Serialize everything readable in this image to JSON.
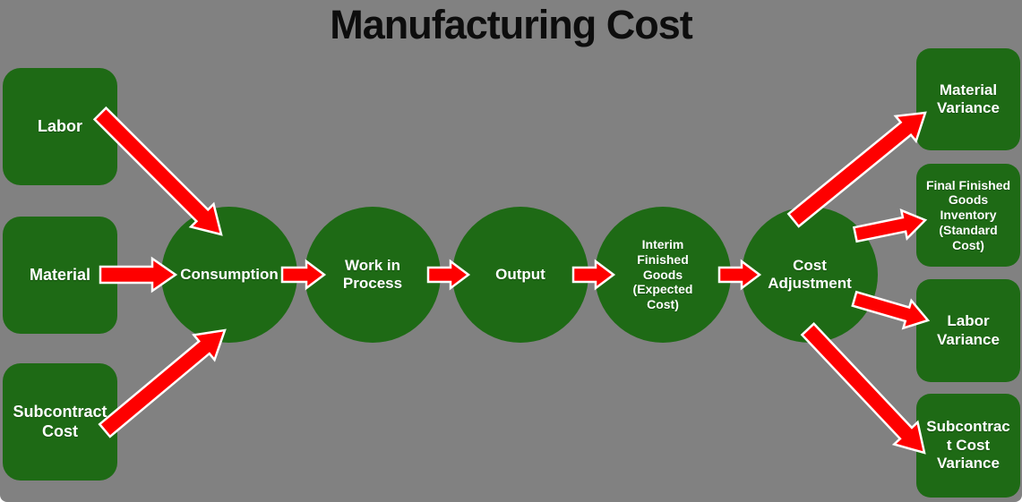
{
  "title": "Manufacturing Cost",
  "colors": {
    "background": "#818181",
    "shape_green": "#1e6a15",
    "arrow_red": "#fe0000",
    "arrow_outline": "#ffffff",
    "label_white": "#ffffff",
    "title_black": "#0d0d0d"
  },
  "inputs": [
    {
      "id": "labor",
      "label": "Labor",
      "lines": [
        "Labor"
      ]
    },
    {
      "id": "material",
      "label": "Material",
      "lines": [
        "Material"
      ]
    },
    {
      "id": "subcontract-cost",
      "label": "Subcontract Cost",
      "lines": [
        "Subcontract",
        "Cost"
      ]
    }
  ],
  "process_steps": [
    {
      "id": "consumption",
      "label": "Consumption",
      "lines": [
        "Consumption"
      ]
    },
    {
      "id": "work-in-process",
      "label": "Work in Process",
      "lines": [
        "Work in",
        "Process"
      ]
    },
    {
      "id": "output",
      "label": "Output",
      "lines": [
        "Output"
      ]
    },
    {
      "id": "interim-finished-goods",
      "label": "Interim Finished Goods (Expected Cost)",
      "lines": [
        "Interim",
        "Finished",
        "Goods",
        "(Expected",
        "Cost)"
      ]
    },
    {
      "id": "cost-adjustment",
      "label": "Cost Adjustment",
      "lines": [
        "Cost",
        "Adjustment"
      ]
    }
  ],
  "outputs": [
    {
      "id": "material-variance",
      "label": "Material Variance",
      "lines": [
        "Material",
        "Variance"
      ]
    },
    {
      "id": "final-finished-goods-inventory",
      "label": "Final Finished Goods Inventory (Standard Cost)",
      "lines": [
        "Final Finished",
        "Goods",
        "Inventory",
        "(Standard",
        "Cost)"
      ]
    },
    {
      "id": "labor-variance",
      "label": "Labor Variance",
      "lines": [
        "Labor",
        "Variance"
      ]
    },
    {
      "id": "subcontract-cost-variance",
      "label": "Subcontract Cost Variance",
      "lines": [
        "Subcontrac",
        "t Cost",
        "Variance"
      ]
    }
  ],
  "connections": [
    {
      "from": "labor",
      "to": "consumption"
    },
    {
      "from": "material",
      "to": "consumption"
    },
    {
      "from": "subcontract-cost",
      "to": "consumption"
    },
    {
      "from": "consumption",
      "to": "work-in-process"
    },
    {
      "from": "work-in-process",
      "to": "output"
    },
    {
      "from": "output",
      "to": "interim-finished-goods"
    },
    {
      "from": "interim-finished-goods",
      "to": "cost-adjustment"
    },
    {
      "from": "cost-adjustment",
      "to": "material-variance"
    },
    {
      "from": "cost-adjustment",
      "to": "final-finished-goods-inventory"
    },
    {
      "from": "cost-adjustment",
      "to": "labor-variance"
    },
    {
      "from": "cost-adjustment",
      "to": "subcontract-cost-variance"
    }
  ]
}
